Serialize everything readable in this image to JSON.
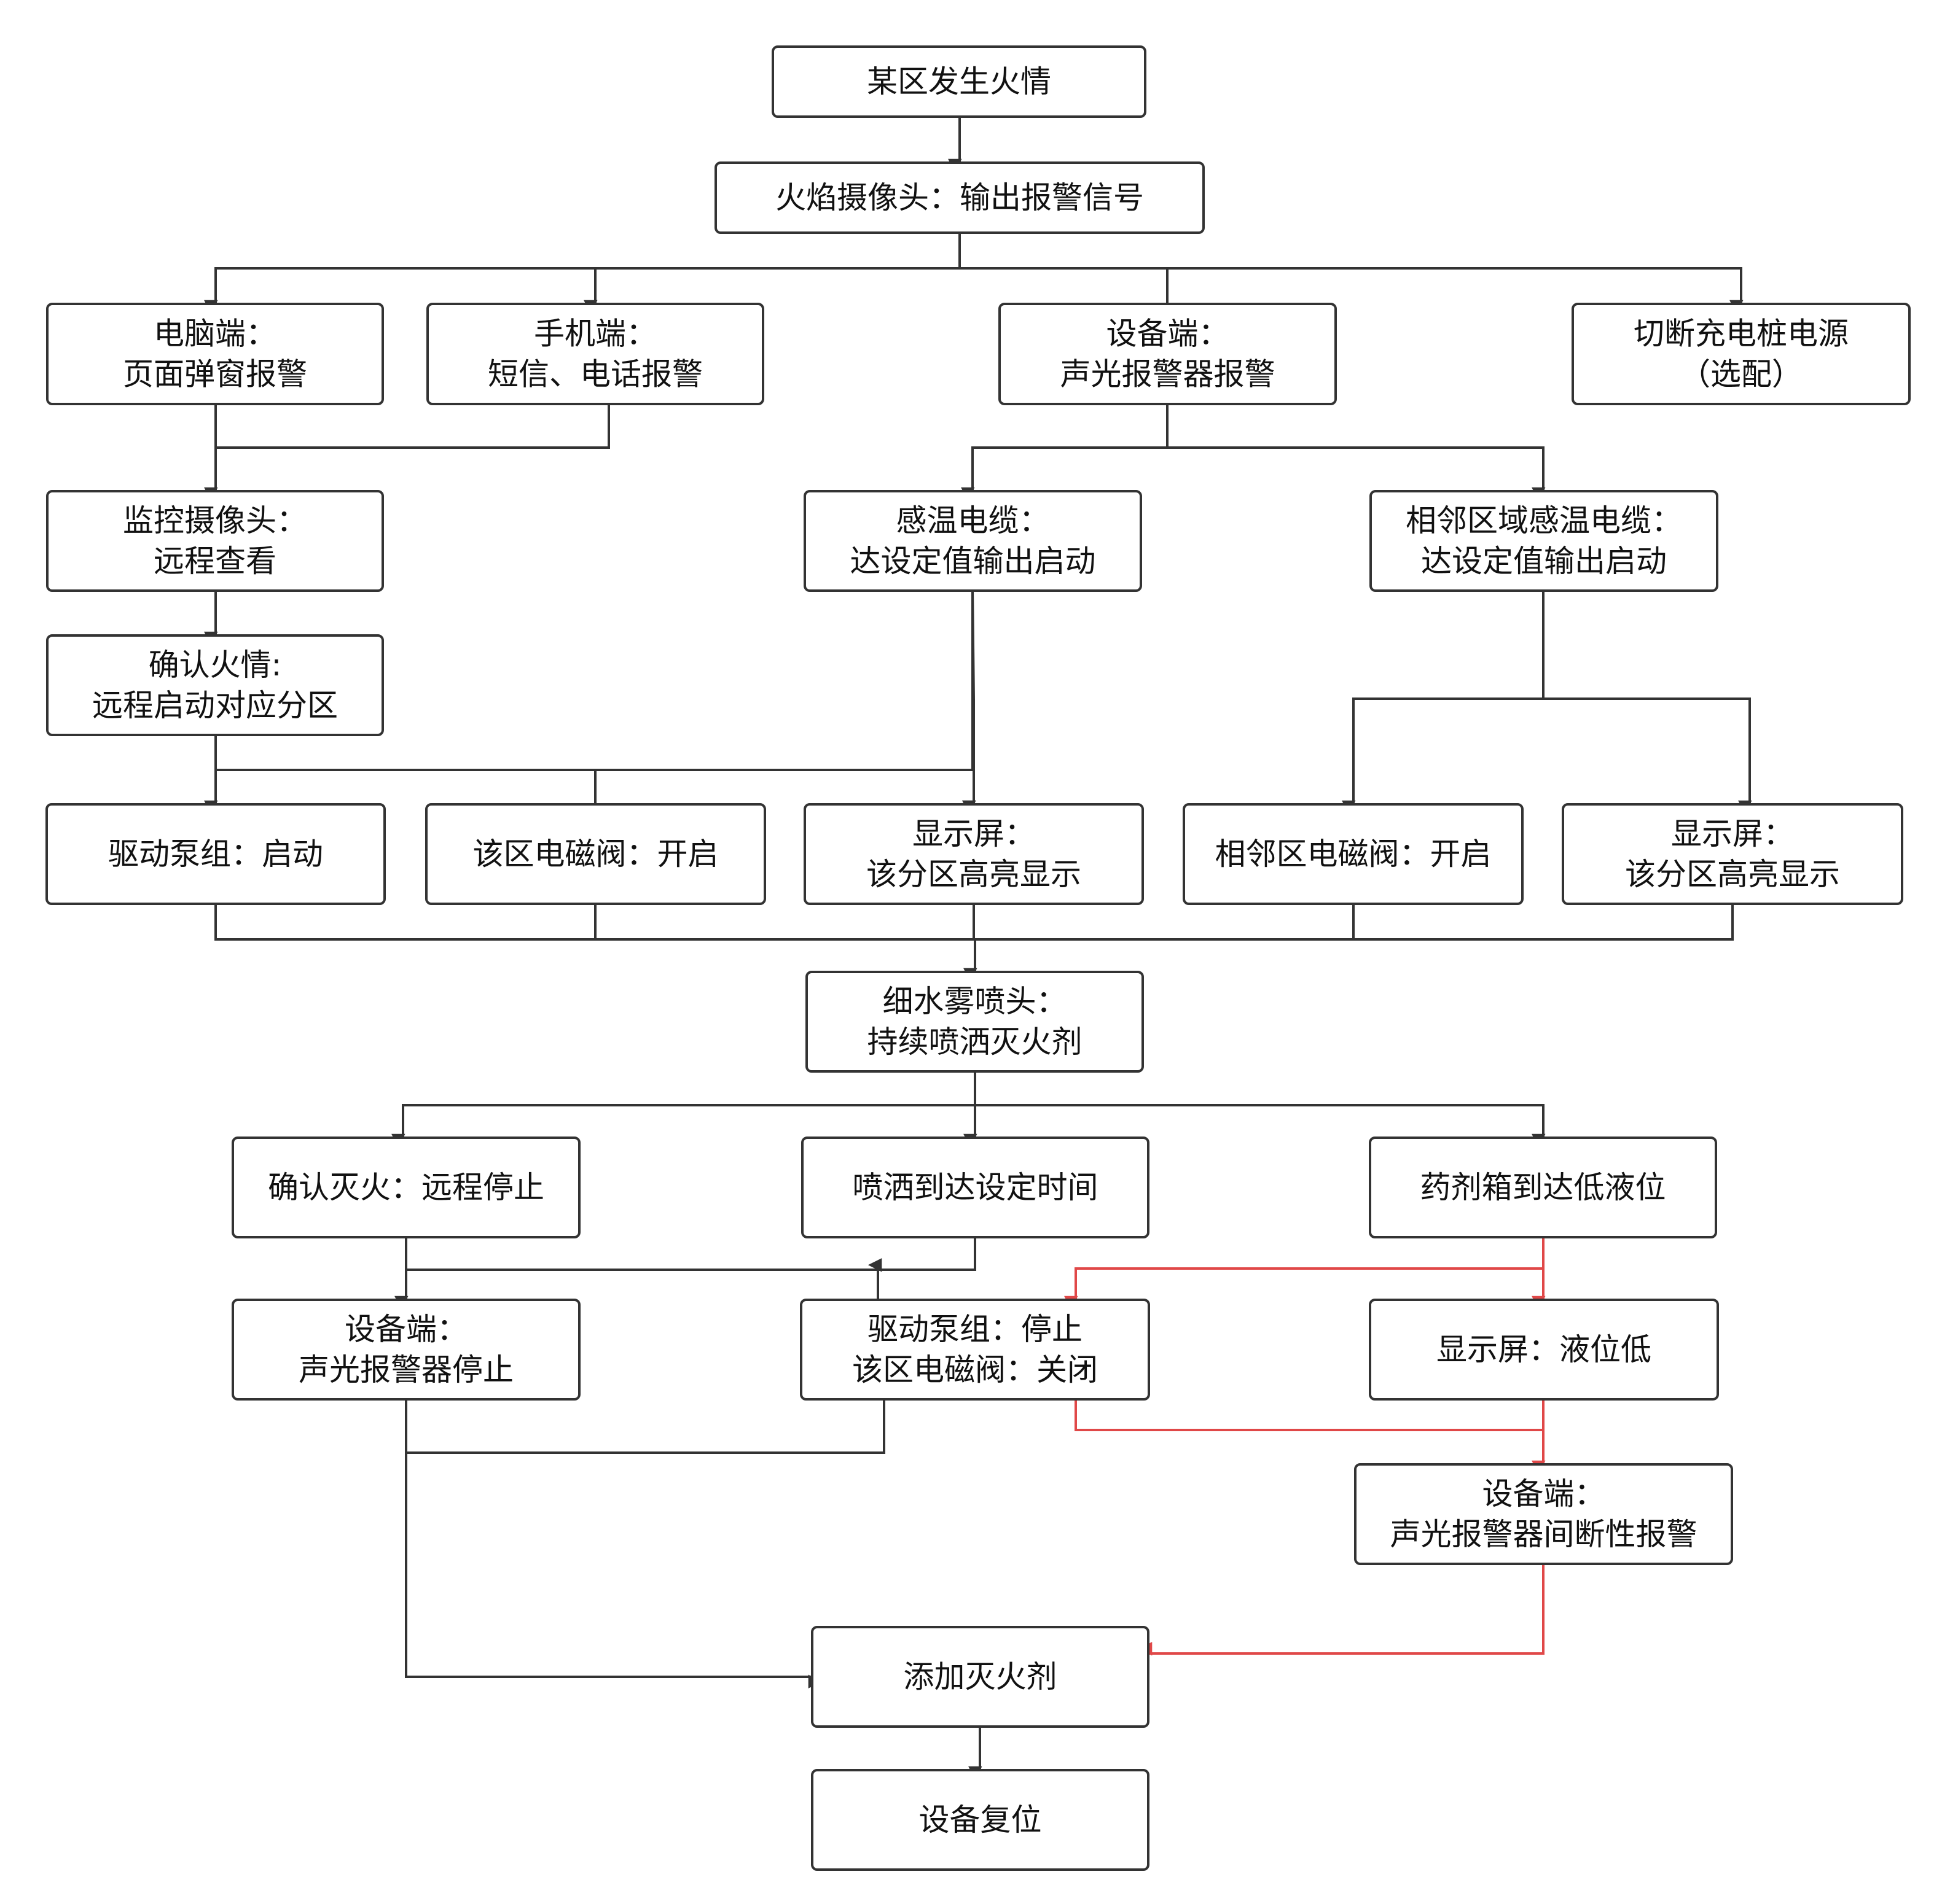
{
  "colors": {
    "box_stroke": "#333333",
    "line": "#333333",
    "red_line": "#e04848",
    "text": "#111111"
  },
  "nodes": [
    {
      "id": "n1",
      "lines": [
        "某区发生火情"
      ]
    },
    {
      "id": "n2",
      "lines": [
        "火焰摄像头：输出报警信号"
      ]
    },
    {
      "id": "n3",
      "lines": [
        "电脑端：",
        "页面弹窗报警"
      ]
    },
    {
      "id": "n4",
      "lines": [
        "手机端：",
        "短信、电话报警"
      ]
    },
    {
      "id": "n5",
      "lines": [
        "设备端：",
        "声光报警器报警"
      ]
    },
    {
      "id": "n6",
      "lines": [
        "切断充电桩电源",
        "（选配）"
      ]
    },
    {
      "id": "n7",
      "lines": [
        "监控摄像头：",
        "远程查看"
      ]
    },
    {
      "id": "n8",
      "lines": [
        "感温电缆：",
        "达设定值输出启动"
      ]
    },
    {
      "id": "n9",
      "lines": [
        "相邻区域感温电缆：",
        "达设定值输出启动"
      ]
    },
    {
      "id": "n10",
      "lines": [
        "确认火情:",
        "远程启动对应分区"
      ]
    },
    {
      "id": "n11",
      "lines": [
        "驱动泵组：启动"
      ]
    },
    {
      "id": "n12",
      "lines": [
        "该区电磁阀：开启"
      ]
    },
    {
      "id": "n13",
      "lines": [
        "显示屏：",
        "该分区高亮显示"
      ]
    },
    {
      "id": "n14",
      "lines": [
        "相邻区电磁阀：开启"
      ]
    },
    {
      "id": "n15",
      "lines": [
        "显示屏：",
        "该分区高亮显示"
      ]
    },
    {
      "id": "n16",
      "lines": [
        "细水雾喷头：",
        "持续喷洒灭火剂"
      ]
    },
    {
      "id": "n17",
      "lines": [
        "确认灭火：远程停止"
      ]
    },
    {
      "id": "n18",
      "lines": [
        "喷洒到达设定时间"
      ]
    },
    {
      "id": "n19",
      "lines": [
        "药剂箱到达低液位"
      ]
    },
    {
      "id": "n20",
      "lines": [
        "设备端：",
        "声光报警器停止"
      ]
    },
    {
      "id": "n21",
      "lines": [
        "驱动泵组：停止",
        "该区电磁阀：关闭"
      ]
    },
    {
      "id": "n22",
      "lines": [
        "显示屏：液位低"
      ]
    },
    {
      "id": "n23",
      "lines": [
        "设备端：",
        "声光报警器间断性报警"
      ]
    },
    {
      "id": "n24",
      "lines": [
        "添加灭火剂"
      ]
    },
    {
      "id": "n25",
      "lines": [
        "设备复位"
      ]
    }
  ],
  "edges": [
    {
      "from": "n1",
      "to": "n2"
    },
    {
      "from": "n2",
      "to": "n3"
    },
    {
      "from": "n2",
      "to": "n4"
    },
    {
      "from": "n2",
      "to": "n5"
    },
    {
      "from": "n2",
      "to": "n6"
    },
    {
      "from": "n3",
      "to": "n7"
    },
    {
      "from": "n4",
      "to": "n7"
    },
    {
      "from": "n5",
      "to": "n8"
    },
    {
      "from": "n5",
      "to": "n9"
    },
    {
      "from": "n7",
      "to": "n10"
    },
    {
      "from": "n10",
      "to": "n11"
    },
    {
      "from": "n10",
      "to": "n12"
    },
    {
      "from": "n10",
      "to": "n13"
    },
    {
      "from": "n8",
      "to": "n11"
    },
    {
      "from": "n8",
      "to": "n12"
    },
    {
      "from": "n8",
      "to": "n13"
    },
    {
      "from": "n9",
      "to": "n14"
    },
    {
      "from": "n9",
      "to": "n15"
    },
    {
      "from": "n11",
      "to": "n16"
    },
    {
      "from": "n12",
      "to": "n16"
    },
    {
      "from": "n13",
      "to": "n16"
    },
    {
      "from": "n14",
      "to": "n16"
    },
    {
      "from": "n15",
      "to": "n16"
    },
    {
      "from": "n16",
      "to": "n17"
    },
    {
      "from": "n16",
      "to": "n18"
    },
    {
      "from": "n16",
      "to": "n19"
    },
    {
      "from": "n17",
      "to": "n20"
    },
    {
      "from": "n17",
      "to": "n21"
    },
    {
      "from": "n18",
      "to": "n21"
    },
    {
      "from": "n19",
      "to": "n21",
      "color": "red"
    },
    {
      "from": "n19",
      "to": "n22",
      "color": "red"
    },
    {
      "from": "n21",
      "to": "n23",
      "color": "red"
    },
    {
      "from": "n22",
      "to": "n23",
      "color": "red"
    },
    {
      "from": "n20",
      "to": "n24"
    },
    {
      "from": "n21",
      "to": "n24"
    },
    {
      "from": "n23",
      "to": "n24",
      "color": "red"
    },
    {
      "from": "n24",
      "to": "n25"
    }
  ]
}
